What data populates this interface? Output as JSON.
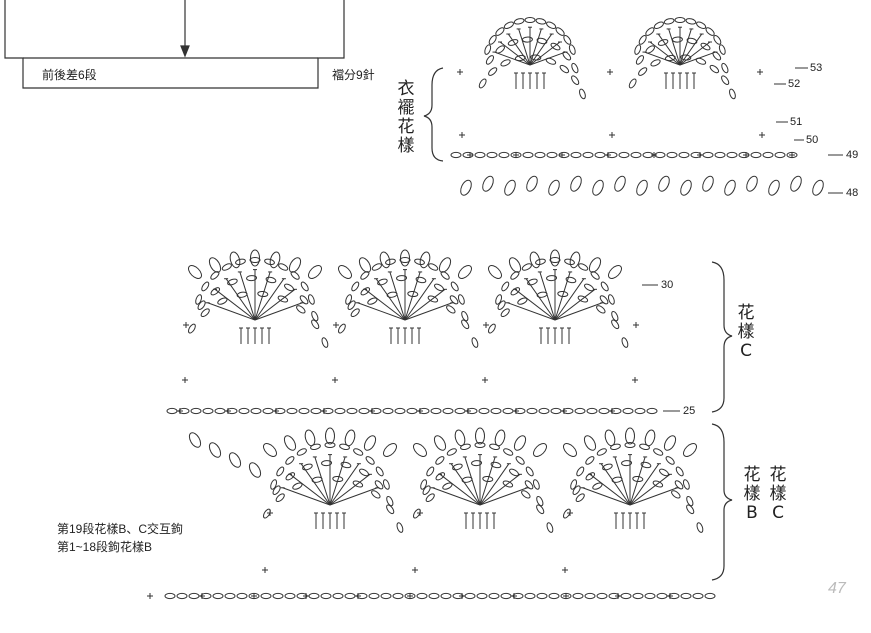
{
  "garment": {
    "bottom_label": "前後差6段",
    "width_label": "襠分9針"
  },
  "sections": {
    "hem": {
      "title": [
        "衣",
        "襬",
        "花",
        "樣"
      ],
      "rows": [
        "53",
        "52",
        "51",
        "50",
        "49",
        "48"
      ]
    },
    "c": {
      "title": [
        "花",
        "樣",
        "C"
      ],
      "rows": [
        "30",
        "25"
      ]
    },
    "bc": {
      "title_b": [
        "花",
        "樣",
        "B"
      ],
      "title_c": [
        "花",
        "樣",
        "C"
      ]
    }
  },
  "notes": {
    "line1": "第19段花樣B、C交互鉤",
    "line2": "第1~18段鉤花樣B"
  },
  "watermark": "47"
}
